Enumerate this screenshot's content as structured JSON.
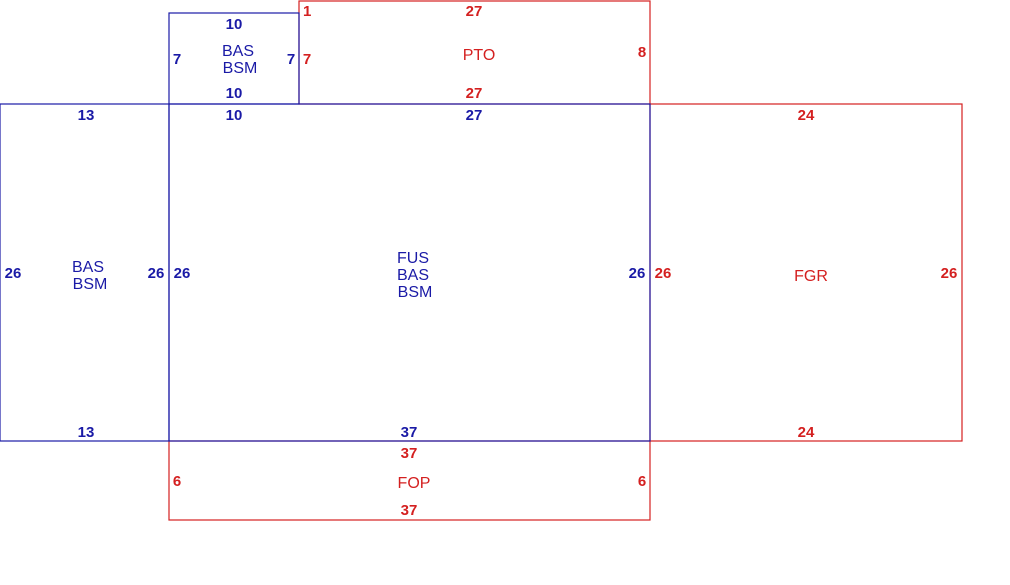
{
  "colors": {
    "blue": "#1a1aa6",
    "red": "#d42020"
  },
  "sections": {
    "pto": {
      "name": "PTO",
      "dims": {
        "corner": "1",
        "top": "27",
        "right": "8",
        "left": "7",
        "bottom": "27"
      }
    },
    "bas_small": {
      "codes": [
        "BAS",
        "BSM"
      ],
      "dims": {
        "top": "10",
        "left": "7",
        "right": "7",
        "bottom": "10"
      }
    },
    "bas_left": {
      "codes": [
        "BAS",
        "BSM"
      ],
      "dims": {
        "top": "13",
        "left": "26",
        "right": "26",
        "bottom": "13"
      }
    },
    "main": {
      "codes": [
        "FUS",
        "BAS",
        "BSM"
      ],
      "dims": {
        "top_left": "10",
        "top": "27",
        "left": "26",
        "right": "26",
        "bottom": "37"
      }
    },
    "fgr": {
      "name": "FGR",
      "dims": {
        "top": "24",
        "left": "26",
        "right": "26",
        "bottom": "24"
      }
    },
    "fop": {
      "name": "FOP",
      "dims": {
        "top": "37",
        "left": "6",
        "right": "6",
        "bottom": "37"
      }
    }
  }
}
